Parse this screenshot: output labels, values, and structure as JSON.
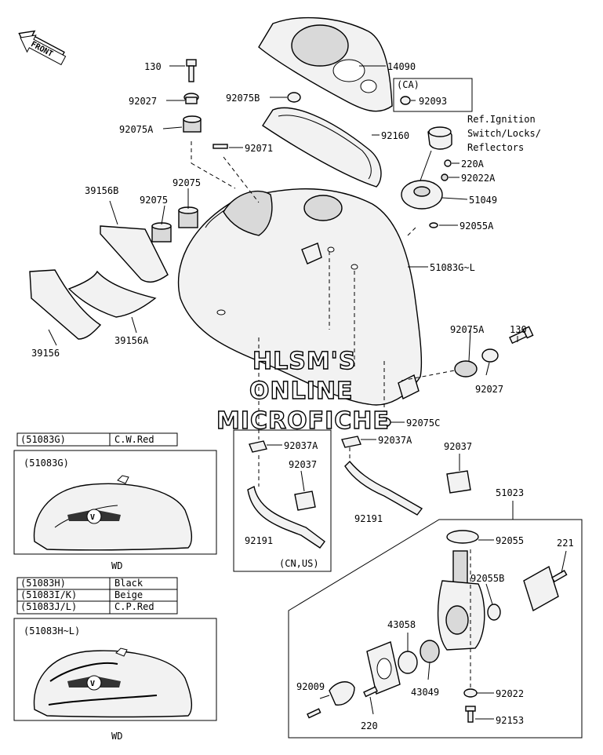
{
  "front_label": "FRONT",
  "watermark": [
    "HLSM'S",
    "ONLINE",
    "MICROFICHE"
  ],
  "callouts": {
    "c130a": "130",
    "c92027a": "92027",
    "c92075A_a": "92075A",
    "c92075B": "92075B",
    "c14090": "14090",
    "ca_label": "(CA)",
    "c92093": "92093",
    "ref_ignition": [
      "Ref.Ignition",
      "Switch/Locks/",
      "Reflectors"
    ],
    "c92160": "92160",
    "c92071": "92071",
    "c220A": "220A",
    "c92022A": "92022A",
    "c51049": "51049",
    "c92055A": "92055A",
    "c39156B": "39156B",
    "c92075_l": "92075",
    "c92075_r": "92075",
    "c51083GL": "51083G~L",
    "c39156": "39156",
    "c39156A": "39156A",
    "c130b": "130",
    "c92075A_b": "92075A",
    "c92027b": "92027",
    "c92075C": "92075C",
    "c92037A_a": "92037A",
    "c92037A_b": "92037A",
    "c92037_a": "92037",
    "c92037_b": "92037",
    "c51023": "51023",
    "c92191_a": "92191",
    "c92191_b": "92191",
    "cn_us": "(CN,US)",
    "c92055": "92055",
    "c221": "221",
    "c92055B": "92055B",
    "c43058": "43058",
    "c43049": "43049",
    "c92009": "92009",
    "c220": "220",
    "c92022": "92022",
    "c92153": "92153"
  },
  "color_table_1": [
    {
      "code": "(51083G)",
      "color": "C.W.Red"
    }
  ],
  "variant_1": {
    "code": "(51083G)",
    "caption": "WD"
  },
  "color_table_2": [
    {
      "code": "(51083H)",
      "color": "Black"
    },
    {
      "code": "(51083I/K)",
      "color": "Beige"
    },
    {
      "code": "(51083J/L)",
      "color": "C.P.Red"
    }
  ],
  "variant_2": {
    "code": "(51083H~L)",
    "caption": "WD"
  }
}
